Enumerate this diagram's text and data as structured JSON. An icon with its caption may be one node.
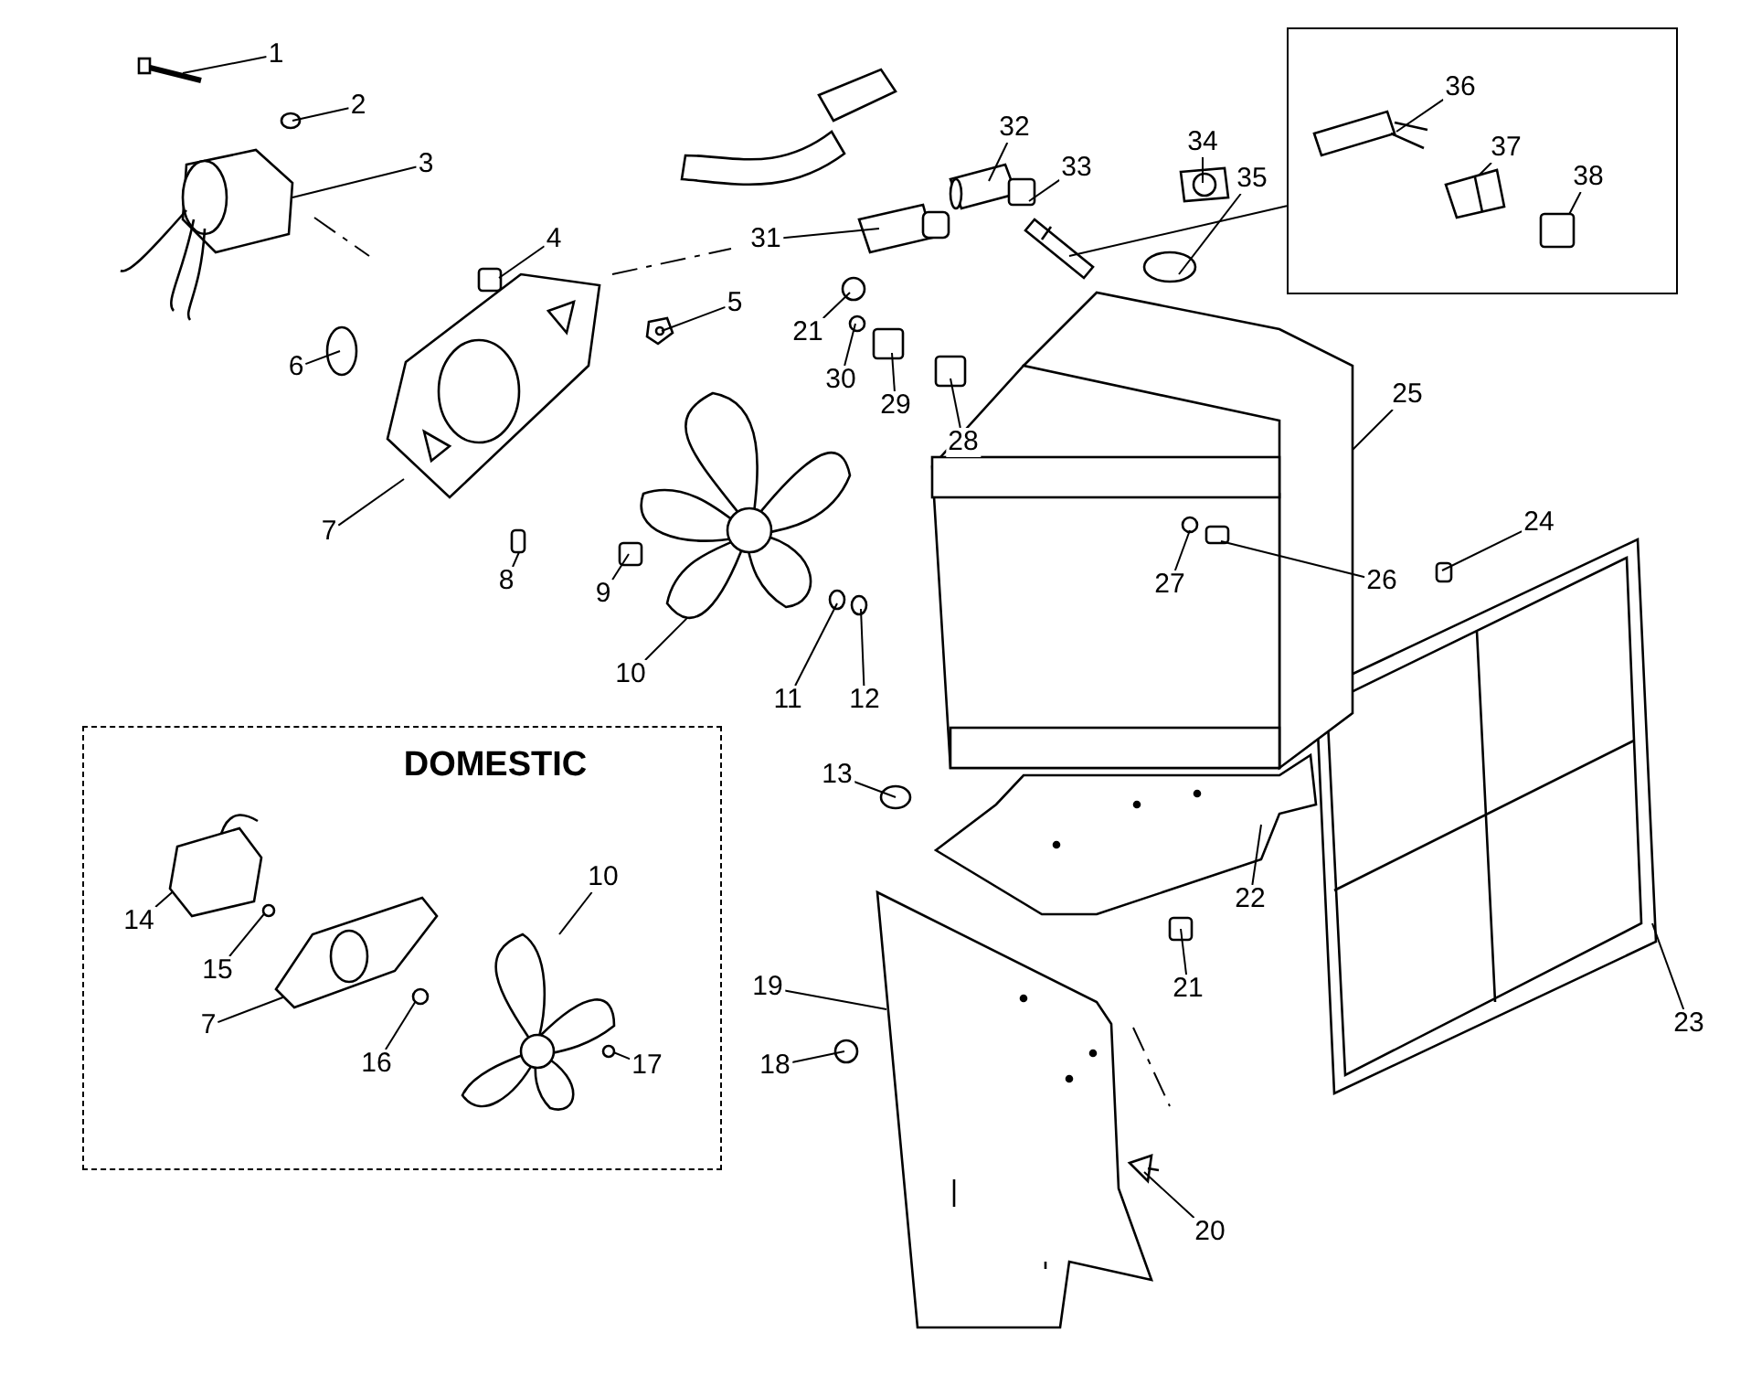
{
  "diagram": {
    "nodes": [
      {
        "text": [],
        "shape": "box"
      },
      {
        "text": [
          "1"
        ]
      },
      {
        "text": [
          "2"
        ]
      },
      {
        "text": [
          "3"
        ]
      },
      {
        "text": [
          "4"
        ]
      },
      {
        "text": [
          "5"
        ]
      },
      {
        "text": [
          "6"
        ]
      },
      {
        "text": [
          "7"
        ]
      },
      {
        "text": [
          "8"
        ]
      },
      {
        "text": [
          "9"
        ]
      },
      {
        "text": [
          "10"
        ]
      },
      {
        "text": [
          "11"
        ]
      },
      {
        "text": [
          "12"
        ]
      },
      {
        "text": [
          "13"
        ]
      },
      {
        "text": [
          "18"
        ]
      },
      {
        "text": [
          "19"
        ]
      },
      {
        "text": [
          "20"
        ]
      },
      {
        "text": [
          "21"
        ]
      },
      {
        "text": [
          "22"
        ]
      },
      {
        "text": [
          "23"
        ]
      },
      {
        "text": [
          "24"
        ]
      },
      {
        "text": [
          "25"
        ]
      },
      {
        "text": [
          "26"
        ]
      },
      {
        "text": [
          "27"
        ]
      },
      {
        "text": [
          "28"
        ]
      },
      {
        "text": [
          "29"
        ]
      },
      {
        "text": [
          "30"
        ]
      },
      {
        "text": [
          "21"
        ]
      },
      {
        "text": [
          "31"
        ]
      },
      {
        "text": [
          "32"
        ]
      },
      {
        "text": [
          "33"
        ]
      },
      {
        "text": [
          "34"
        ]
      },
      {
        "text": [
          "35"
        ]
      },
      {
        "text": [
          "36"
        ],
        "in": 0
      },
      {
        "text": [
          "37"
        ],
        "in": 0
      },
      {
        "text": [
          "38"
        ],
        "in": 0
      },
      {
        "text": [
          "DOMESTIC"
        ]
      },
      {
        "text": [
          "14"
        ],
        "in": 36
      },
      {
        "text": [
          "15"
        ],
        "in": 36
      },
      {
        "text": [
          "7"
        ],
        "in": 36
      },
      {
        "text": [
          "16"
        ],
        "in": 36
      },
      {
        "text": [
          "10"
        ],
        "in": 36
      },
      {
        "text": [
          "17"
        ],
        "in": 36
      },
      {
        "text": [],
        "shape": "picture"
      },
      {
        "text": [],
        "shape": "circle"
      },
      {
        "text": [],
        "shape": "picture"
      },
      {
        "text": [],
        "shape": "box"
      },
      {
        "text": [],
        "shape": "picture"
      },
      {
        "text": [],
        "shape": "circle"
      },
      {
        "text": [],
        "shape": "picture"
      },
      {
        "text": [],
        "shape": "box"
      },
      {
        "text": [],
        "shape": "box"
      },
      {
        "text": [],
        "shape": "picture"
      },
      {
        "text": [],
        "shape": "circle"
      },
      {
        "text": [],
        "shape": "circle"
      },
      {
        "text": [],
        "shape": "circle"
      },
      {
        "text": [],
        "shape": "circle"
      },
      {
        "text": [],
        "shape": "picture"
      },
      {
        "text": [],
        "shape": "picture"
      },
      {
        "text": [],
        "shape": "box"
      },
      {
        "text": [],
        "shape": "picture"
      },
      {
        "text": [],
        "shape": "picture"
      },
      {
        "text": [],
        "shape": "box"
      },
      {
        "text": [],
        "shape": "picture"
      },
      {
        "text": [],
        "shape": "box"
      },
      {
        "text": [],
        "shape": "circle"
      },
      {
        "text": [],
        "shape": "box"
      },
      {
        "text": [],
        "shape": "box"
      },
      {
        "text": [],
        "shape": "circle"
      },
      {
        "text": [],
        "shape": "circle"
      },
      {
        "text": [],
        "shape": "picture"
      },
      {
        "text": [],
        "shape": "picture"
      },
      {
        "text": [],
        "shape": "box"
      },
      {
        "text": [],
        "shape": "picture"
      },
      {
        "text": [],
        "shape": "circle"
      },
      {
        "text": [],
        "shape": "picture",
        "in": 0
      },
      {
        "text": [],
        "shape": "picture",
        "in": 0
      },
      {
        "text": [],
        "shape": "box",
        "in": 0
      },
      {
        "text": [],
        "shape": "picture",
        "in": 36
      },
      {
        "text": [],
        "shape": "circle",
        "in": 36
      },
      {
        "text": [],
        "shape": "picture",
        "in": 36
      },
      {
        "text": [],
        "shape": "circle",
        "in": 36
      },
      {
        "text": [],
        "shape": "picture",
        "in": 36
      },
      {
        "text": [],
        "shape": "circle",
        "in": 36
      },
      {
        "text": [],
        "shape": "picture"
      }
    ],
    "edges": [
      {
        "from": 0,
        "to": 84,
        "arrow": "none"
      },
      {
        "from": 1,
        "to": 43,
        "arrow": "none"
      },
      {
        "from": 2,
        "to": 44,
        "arrow": "none"
      },
      {
        "from": 3,
        "to": 45,
        "arrow": "none"
      },
      {
        "from": 4,
        "to": 46,
        "arrow": "none"
      },
      {
        "from": 5,
        "to": 47,
        "arrow": "none"
      },
      {
        "from": 6,
        "to": 48,
        "arrow": "none"
      },
      {
        "from": 7,
        "to": 49,
        "arrow": "none"
      },
      {
        "from": 8,
        "to": 50,
        "arrow": "none"
      },
      {
        "from": 9,
        "to": 51,
        "arrow": "none"
      },
      {
        "from": 10,
        "to": 52,
        "arrow": "none"
      },
      {
        "from": 11,
        "to": 53,
        "arrow": "none"
      },
      {
        "from": 12,
        "to": 54,
        "arrow": "none"
      },
      {
        "from": 13,
        "to": 55,
        "arrow": "none"
      },
      {
        "from": 14,
        "to": 56,
        "arrow": "none"
      },
      {
        "from": 15,
        "to": 57,
        "arrow": "none"
      },
      {
        "from": 16,
        "to": 58,
        "arrow": "none"
      },
      {
        "from": 17,
        "to": 59,
        "arrow": "none"
      },
      {
        "from": 18,
        "to": 60,
        "arrow": "none"
      },
      {
        "from": 19,
        "to": 61,
        "arrow": "none"
      },
      {
        "from": 20,
        "to": 62,
        "arrow": "none"
      },
      {
        "from": 21,
        "to": 63,
        "arrow": "none"
      },
      {
        "from": 22,
        "to": 64,
        "arrow": "none"
      },
      {
        "from": 23,
        "to": 65,
        "arrow": "none"
      },
      {
        "from": 24,
        "to": 66,
        "arrow": "none"
      },
      {
        "from": 25,
        "to": 67,
        "arrow": "none"
      },
      {
        "from": 26,
        "to": 68,
        "arrow": "none"
      },
      {
        "from": 27,
        "to": 69,
        "arrow": "none"
      },
      {
        "from": 28,
        "to": 70,
        "arrow": "none"
      },
      {
        "from": 29,
        "to": 71,
        "arrow": "none"
      },
      {
        "from": 30,
        "to": 72,
        "arrow": "none"
      },
      {
        "from": 31,
        "to": 73,
        "arrow": "none"
      },
      {
        "from": 32,
        "to": 74,
        "arrow": "none"
      },
      {
        "from": 33,
        "to": 75,
        "arrow": "none"
      },
      {
        "from": 34,
        "to": 76,
        "arrow": "none"
      },
      {
        "from": 35,
        "to": 77,
        "arrow": "none"
      },
      {
        "from": 37,
        "to": 78,
        "arrow": "none"
      },
      {
        "from": 38,
        "to": 79,
        "arrow": "none"
      },
      {
        "from": 39,
        "to": 80,
        "arrow": "none"
      },
      {
        "from": 40,
        "to": 81,
        "arrow": "none"
      },
      {
        "from": 41,
        "to": 82,
        "arrow": "none"
      },
      {
        "from": 42,
        "to": 83,
        "arrow": "none"
      }
    ]
  }
}
